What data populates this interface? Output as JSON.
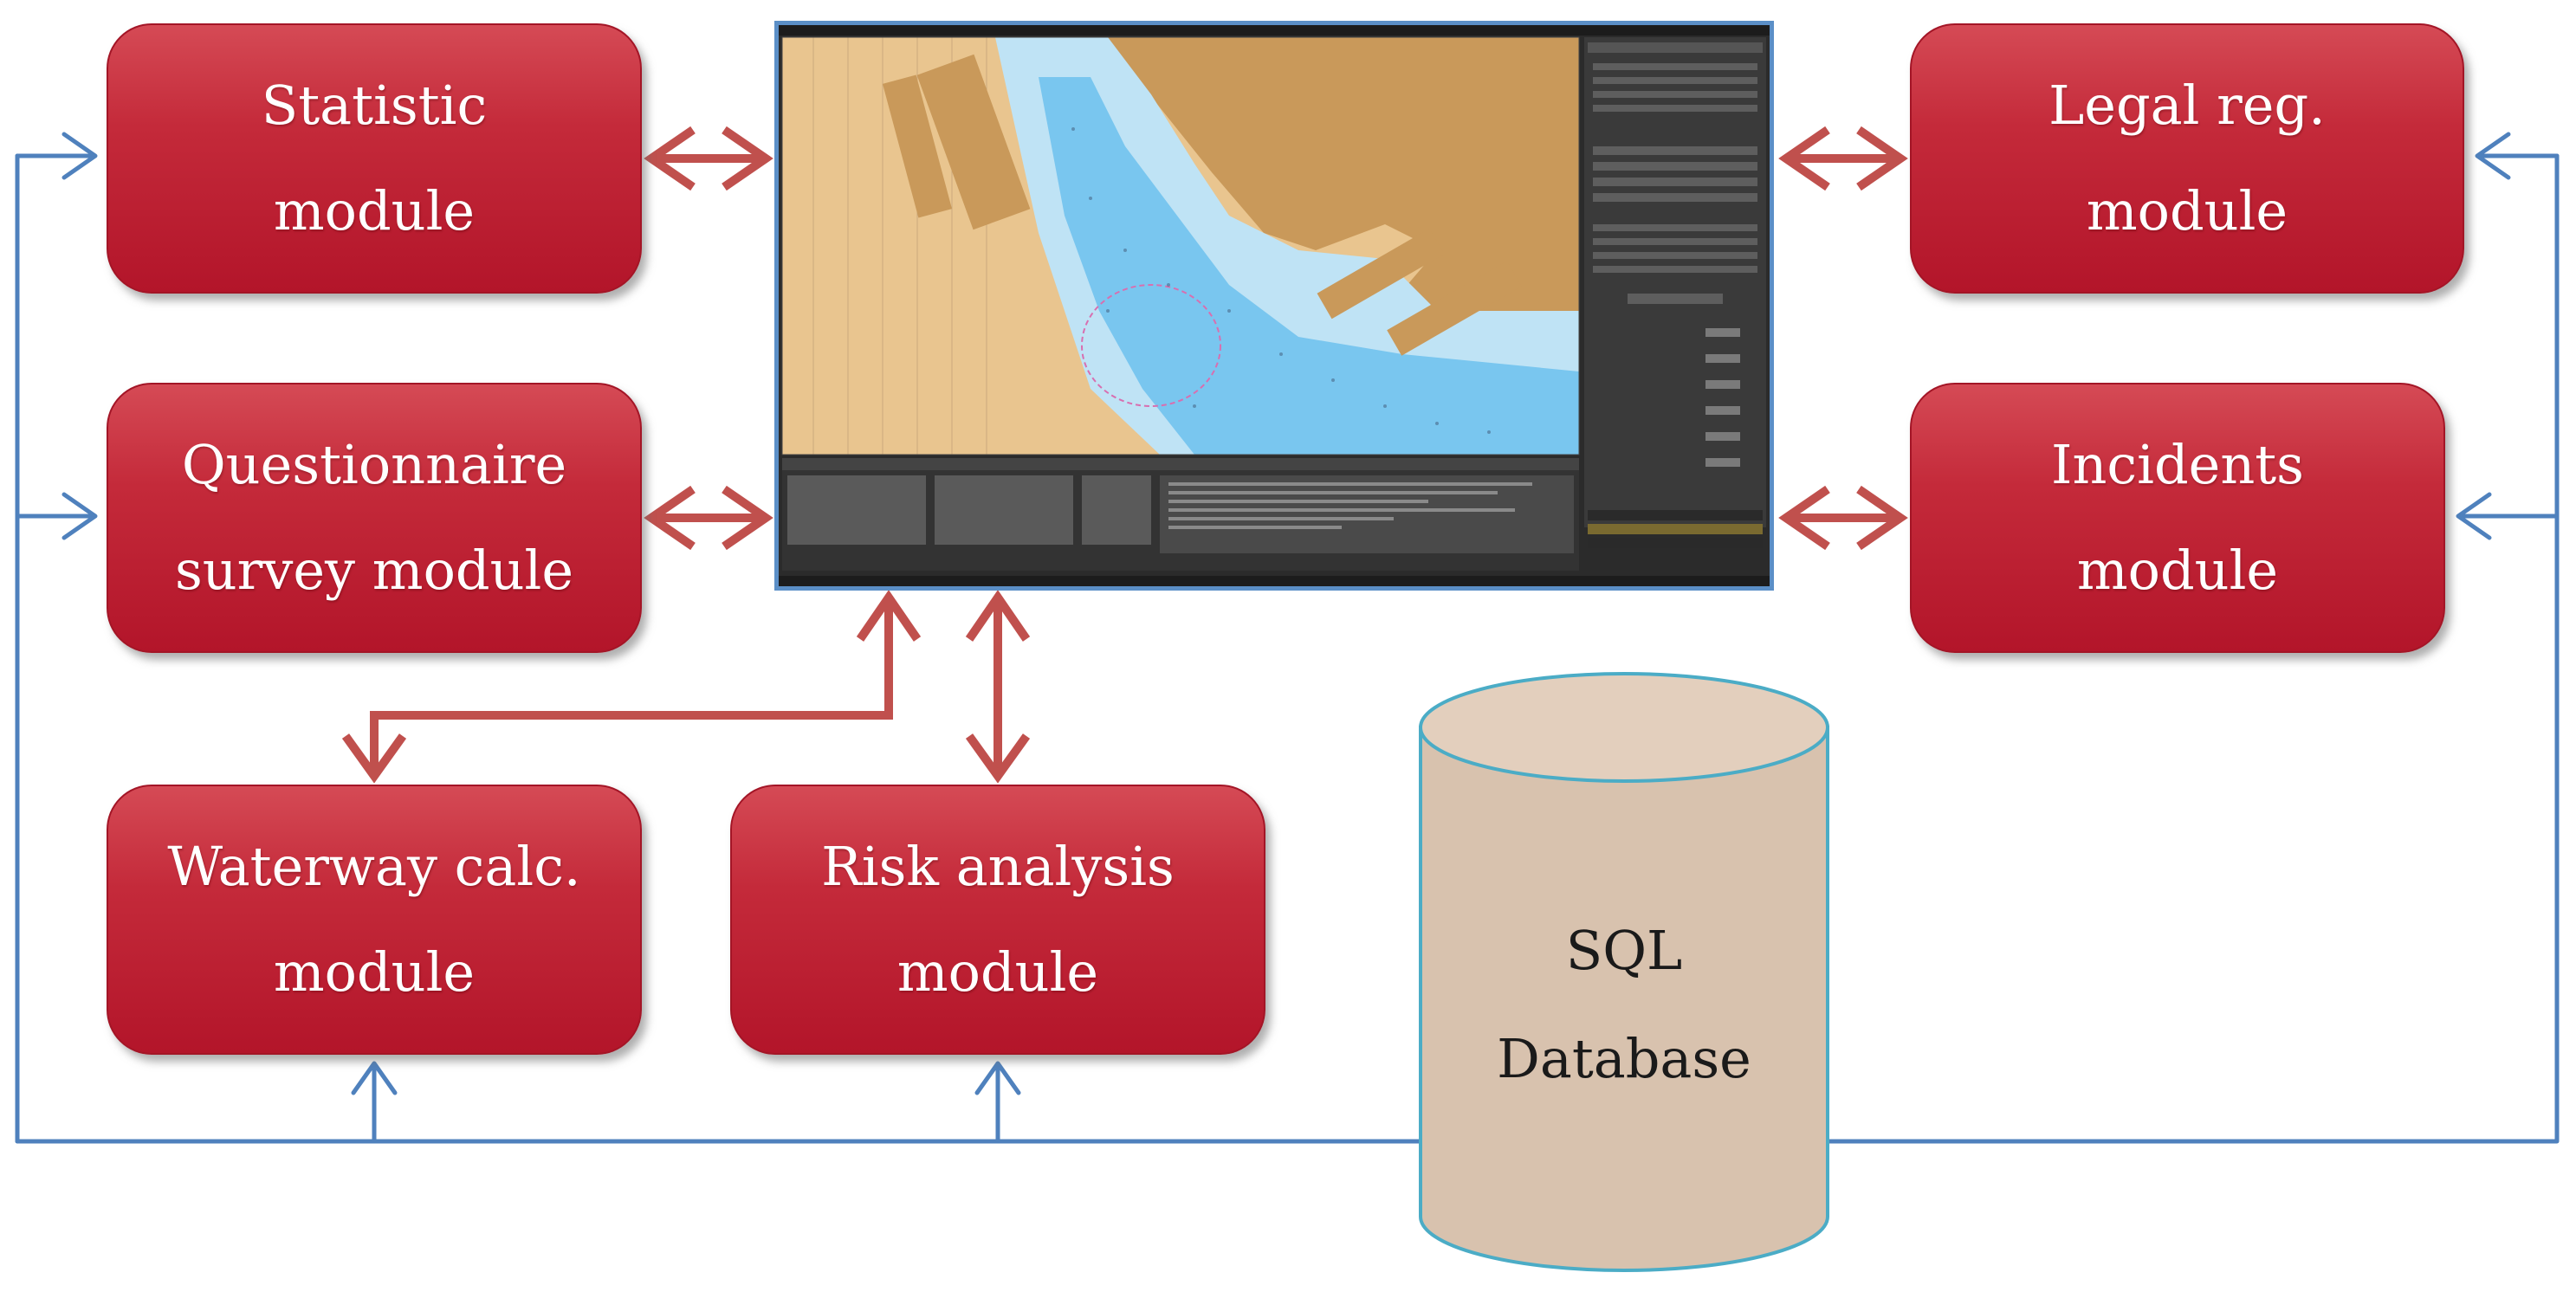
{
  "modules": {
    "statistic": {
      "line1": "Statistic",
      "line2": "module"
    },
    "questionnaire": {
      "line1": "Questionnaire",
      "line2": "survey module"
    },
    "waterway": {
      "line1": "Waterway calc.",
      "line2": "module"
    },
    "risk": {
      "line1": "Risk analysis",
      "line2": "module"
    },
    "legal": {
      "line1": "Legal reg.",
      "line2": "module"
    },
    "incidents": {
      "line1": "Incidents",
      "line2": "module"
    }
  },
  "database": {
    "line1": "SQL",
    "line2": "Database"
  },
  "colors": {
    "module_fill": "#c42a3a",
    "red_arrow": "#c0504d",
    "blue_connector": "#4f81bd",
    "database_fill": "#d8c2ae",
    "database_stroke": "#4bacc6"
  }
}
